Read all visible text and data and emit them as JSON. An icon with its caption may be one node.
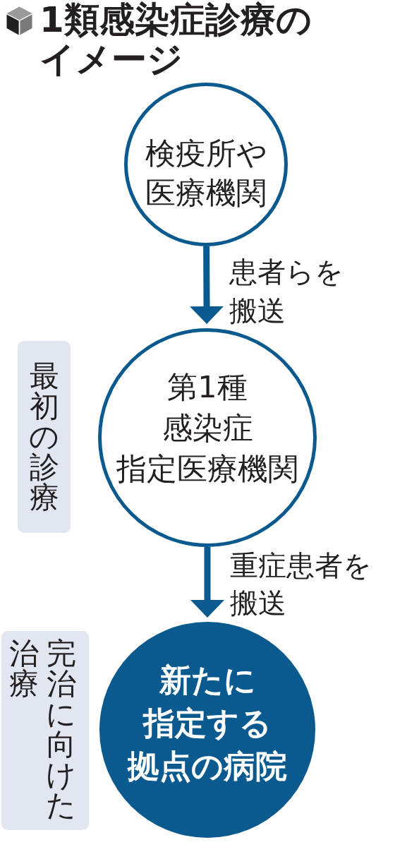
{
  "diagram": {
    "title": "1類感染症診療のイメージ",
    "nodes": [
      {
        "text": [
          "検疫所や医療機関"
        ]
      },
      {
        "text": [
          "最初の診療"
        ]
      },
      {
        "text": [
          "第1種感染症指定医療機関"
        ]
      },
      {
        "text": [
          "完治に向けた治療"
        ]
      },
      {
        "text": [
          "新たに指定する拠点の病院"
        ]
      }
    ],
    "edges": [
      {
        "from": 0,
        "to": 2,
        "arrow": "to",
        "label": "患者らを搬送"
      },
      {
        "from": 2,
        "to": 4,
        "arrow": "to",
        "label": "重症患者を搬送"
      }
    ]
  }
}
